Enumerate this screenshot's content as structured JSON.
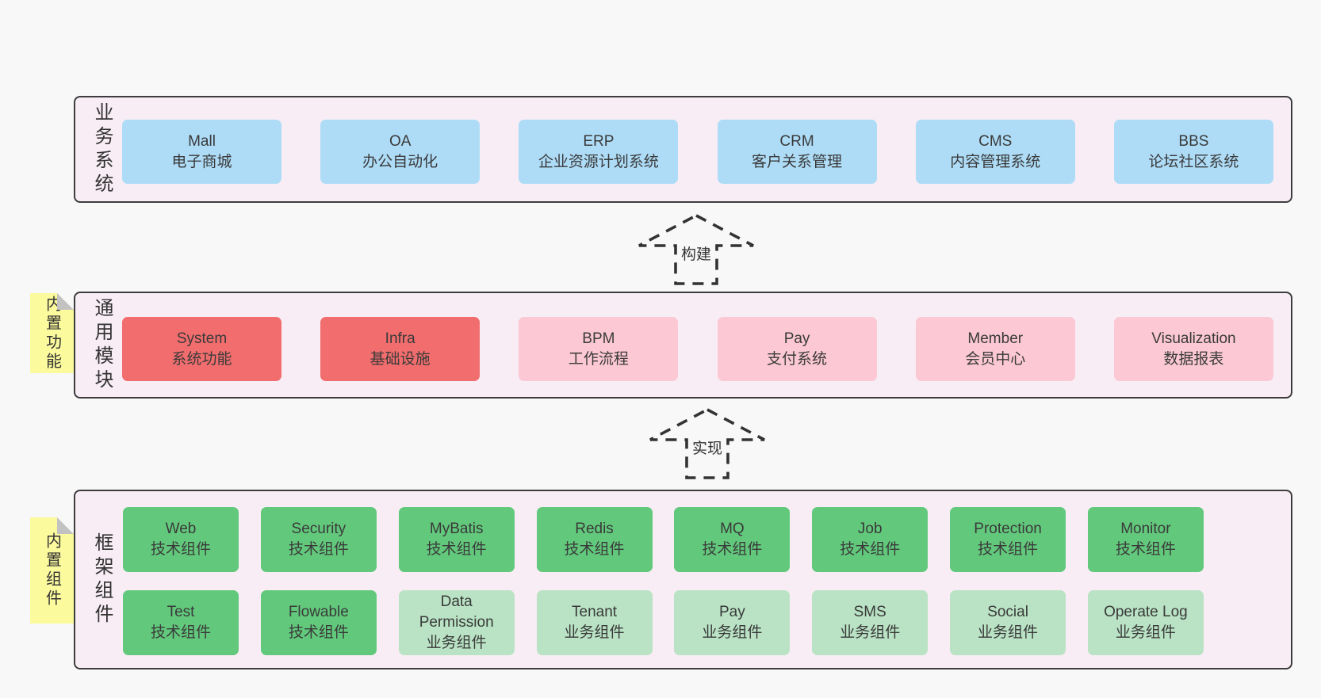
{
  "diagram": {
    "colors": {
      "background": "#f8f8f8",
      "container": "#f8edf5",
      "blue": "#aedcf7",
      "red": "#f26d6d",
      "pink": "#fbc8d3",
      "green": "#62c97c",
      "light_green": "#b9e3c4",
      "note_yellow": "#fbfa9d"
    },
    "arrows": {
      "build": "构建",
      "implement": "实现"
    },
    "sections": {
      "business": {
        "vertical_label": "业务系统",
        "boxes": [
          {
            "en": "Mall",
            "zh": "电子商城",
            "variant": "blue"
          },
          {
            "en": "OA",
            "zh": "办公自动化",
            "variant": "blue"
          },
          {
            "en": "ERP",
            "zh": "企业资源计划系统",
            "variant": "blue"
          },
          {
            "en": "CRM",
            "zh": "客户关系管理",
            "variant": "blue"
          },
          {
            "en": "CMS",
            "zh": "内容管理系统",
            "variant": "blue"
          },
          {
            "en": "BBS",
            "zh": "论坛社区系统",
            "variant": "blue"
          }
        ]
      },
      "modules": {
        "vertical_label": "通用模块",
        "sticky_note": "内置功能",
        "boxes": [
          {
            "en": "System",
            "zh": "系统功能",
            "variant": "red"
          },
          {
            "en": "Infra",
            "zh": "基础设施",
            "variant": "red"
          },
          {
            "en": "BPM",
            "zh": "工作流程",
            "variant": "pink"
          },
          {
            "en": "Pay",
            "zh": "支付系统",
            "variant": "pink"
          },
          {
            "en": "Member",
            "zh": "会员中心",
            "variant": "pink"
          },
          {
            "en": "Visualization",
            "zh": "数据报表",
            "variant": "pink"
          }
        ]
      },
      "framework": {
        "vertical_label": "框架组件",
        "sticky_note": "内置组件",
        "row1": [
          {
            "en": "Web",
            "zh": "技术组件",
            "variant": "green"
          },
          {
            "en": "Security",
            "zh": "技术组件",
            "variant": "green"
          },
          {
            "en": "MyBatis",
            "zh": "技术组件",
            "variant": "green"
          },
          {
            "en": "Redis",
            "zh": "技术组件",
            "variant": "green"
          },
          {
            "en": "MQ",
            "zh": "技术组件",
            "variant": "green"
          },
          {
            "en": "Job",
            "zh": "技术组件",
            "variant": "green"
          },
          {
            "en": "Protection",
            "zh": "技术组件",
            "variant": "green"
          },
          {
            "en": "Monitor",
            "zh": "技术组件",
            "variant": "green"
          }
        ],
        "row2": [
          {
            "en": "Test",
            "zh": "技术组件",
            "variant": "green"
          },
          {
            "en": "Flowable",
            "zh": "技术组件",
            "variant": "green"
          },
          {
            "en": "Data Permission",
            "zh": "业务组件",
            "variant": "light_green"
          },
          {
            "en": "Tenant",
            "zh": "业务组件",
            "variant": "light_green"
          },
          {
            "en": "Pay",
            "zh": "业务组件",
            "variant": "light_green"
          },
          {
            "en": "SMS",
            "zh": "业务组件",
            "variant": "light_green"
          },
          {
            "en": "Social",
            "zh": "业务组件",
            "variant": "light_green"
          },
          {
            "en": "Operate Log",
            "zh": "业务组件",
            "variant": "light_green"
          }
        ]
      }
    }
  }
}
